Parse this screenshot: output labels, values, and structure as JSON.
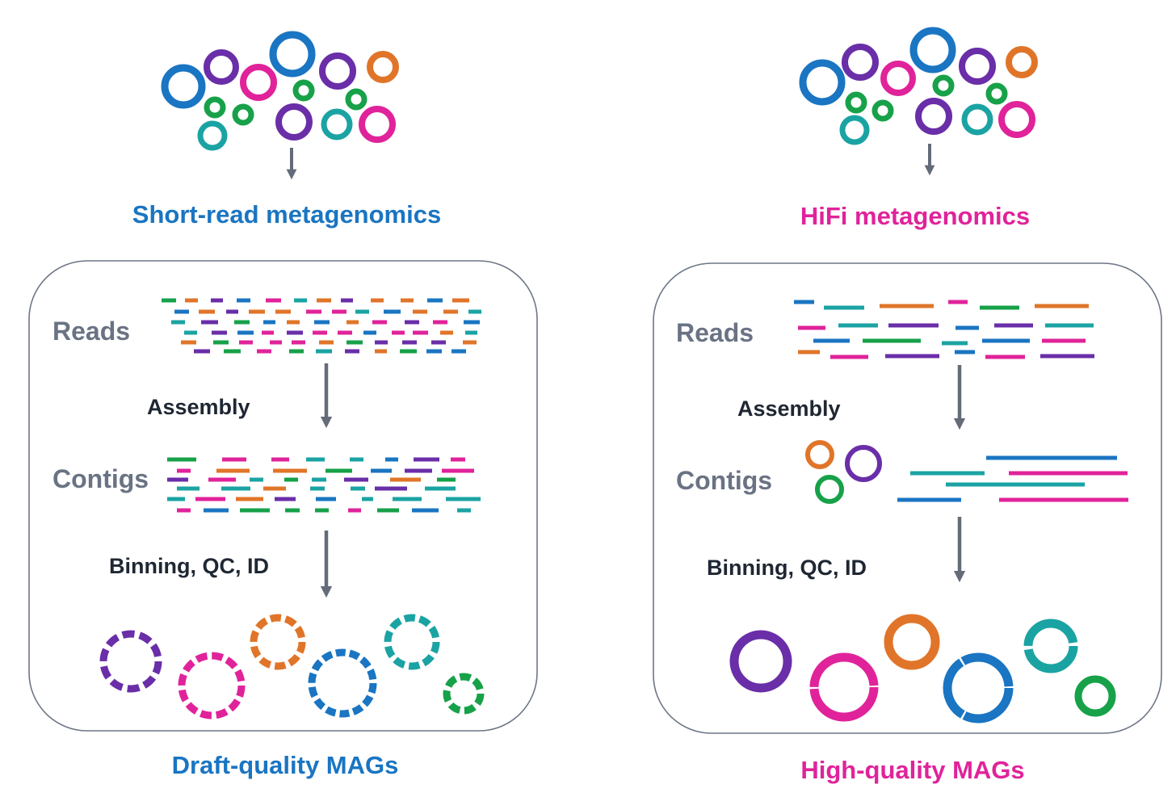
{
  "colors": {
    "blue": "#1a75c2",
    "purple": "#6a2ea8",
    "pink": "#e0239a",
    "orange": "#e07529",
    "green": "#17a149",
    "teal": "#1ba3a3",
    "arrow": "#646b79",
    "box_border": "#6d7685",
    "label": "#6a7384",
    "step": "#1f2733"
  },
  "left": {
    "title": "Short-read metagenomics",
    "title_color": "#1a75c2",
    "reads_label": "Reads",
    "assembly_label": "Assembly",
    "contigs_label": "Contigs",
    "binning_label": "Binning, QC, ID",
    "result_label": "Draft-quality MAGs",
    "result_color": "#1a75c2"
  },
  "right": {
    "title": "HiFi metagenomics",
    "title_color": "#e0239a",
    "reads_label": "Reads",
    "assembly_label": "Assembly",
    "contigs_label": "Contigs",
    "binning_label": "Binning, QC, ID",
    "result_label": "High-quality MAGs",
    "result_color": "#e0239a"
  }
}
